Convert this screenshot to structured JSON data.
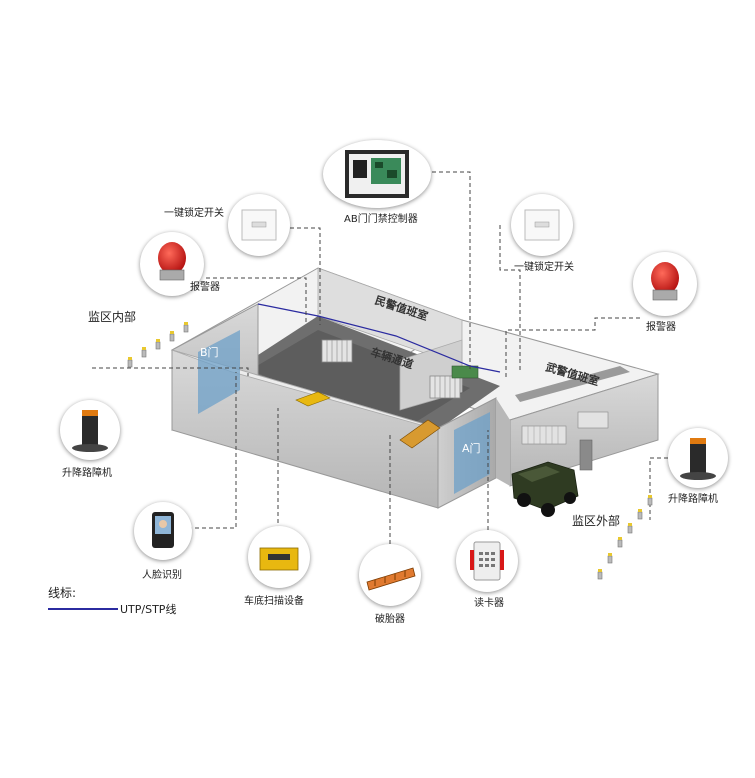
{
  "rooms": {
    "civil_duty": "民警值班室",
    "armed_duty": "武警值班室",
    "vehicle_passage": "车辆通道",
    "door_a": "A门",
    "door_b": "B门"
  },
  "zones": {
    "inside": "监区内部",
    "outside": "监区外部"
  },
  "devices": {
    "controller": "AB门门禁控制器",
    "lock_switch_left": "一键锁定开关",
    "lock_switch_right": "一键锁定开关",
    "alarm_left": "报警器",
    "alarm_right": "报警器",
    "bollard_left": "升降路障机",
    "bollard_right": "升降路障机",
    "face_recognition": "人脸识别",
    "undercar_scanner": "车底扫描设备",
    "tire_breaker": "破胎器",
    "card_reader": "读卡器"
  },
  "legend": {
    "title": "线标:",
    "line_label": "UTP/STP线",
    "line_color": "#2b2ba0"
  },
  "colors": {
    "wall_top": "#f4f4f4",
    "wall_front": "#c9c9c9",
    "floor": "#6a6a6a",
    "alarm_red": "#d81818",
    "bollard_orange": "#e07a10",
    "scanner_yellow": "#e8b810"
  }
}
